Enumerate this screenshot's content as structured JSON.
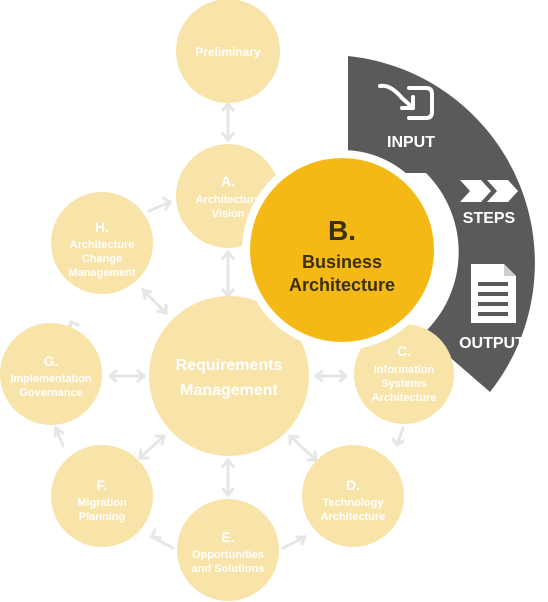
{
  "colors": {
    "faded_circle": "#f8e3a8",
    "faded_text": "#ffffff",
    "active_circle": "#f4b915",
    "active_text": "#3a2f0f",
    "arc": "#5a5a5a",
    "arrow": "#e6e6e6"
  },
  "phases": {
    "preliminary": {
      "lines": [
        "Preliminary"
      ]
    },
    "a": {
      "letter": "A.",
      "lines": [
        "Architecture",
        "Vision"
      ]
    },
    "b": {
      "letter": "B.",
      "lines": [
        "Business",
        "Architecture"
      ]
    },
    "c": {
      "letter": "C.",
      "lines": [
        "Information",
        "Systems",
        "Architecture"
      ]
    },
    "d": {
      "letter": "D.",
      "lines": [
        "Technology",
        "Architecture"
      ]
    },
    "e": {
      "letter": "E.",
      "lines": [
        "Opportunities",
        "and Solutions"
      ]
    },
    "f": {
      "letter": "F.",
      "lines": [
        "Migration",
        "Planning"
      ]
    },
    "g": {
      "letter": "G.",
      "lines": [
        "Implementation",
        "Governance"
      ]
    },
    "h": {
      "letter": "H.",
      "lines": [
        "Architecture",
        "Change",
        "Management"
      ]
    },
    "center": {
      "lines": [
        "Requirements",
        "Management"
      ]
    }
  },
  "panel": {
    "input_label": "INPUT",
    "steps_label": "STEPS",
    "output_label": "OUTPUT",
    "input_icon": "import-arrow-icon",
    "steps_icon": "double-chevron-icon",
    "output_icon": "document-icon"
  }
}
